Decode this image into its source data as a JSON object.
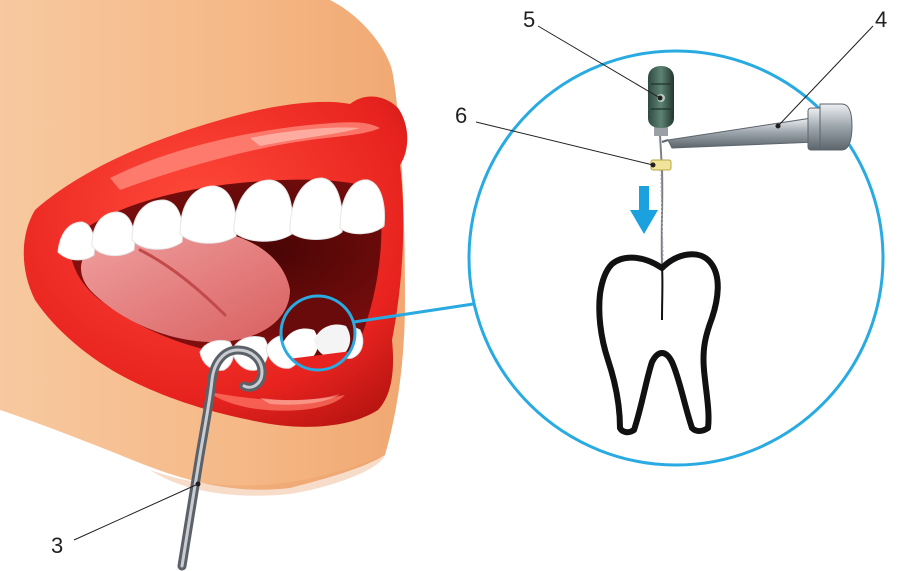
{
  "labels": {
    "lip_clip": "3",
    "file_holder": "4",
    "endo_file": "5",
    "rubber_stop": "6"
  },
  "colors": {
    "callout_ring": "#29abe2",
    "arrow": "#1ba1de",
    "lips": "#e8231f",
    "face": "#f5b886",
    "line": "#231f20"
  }
}
